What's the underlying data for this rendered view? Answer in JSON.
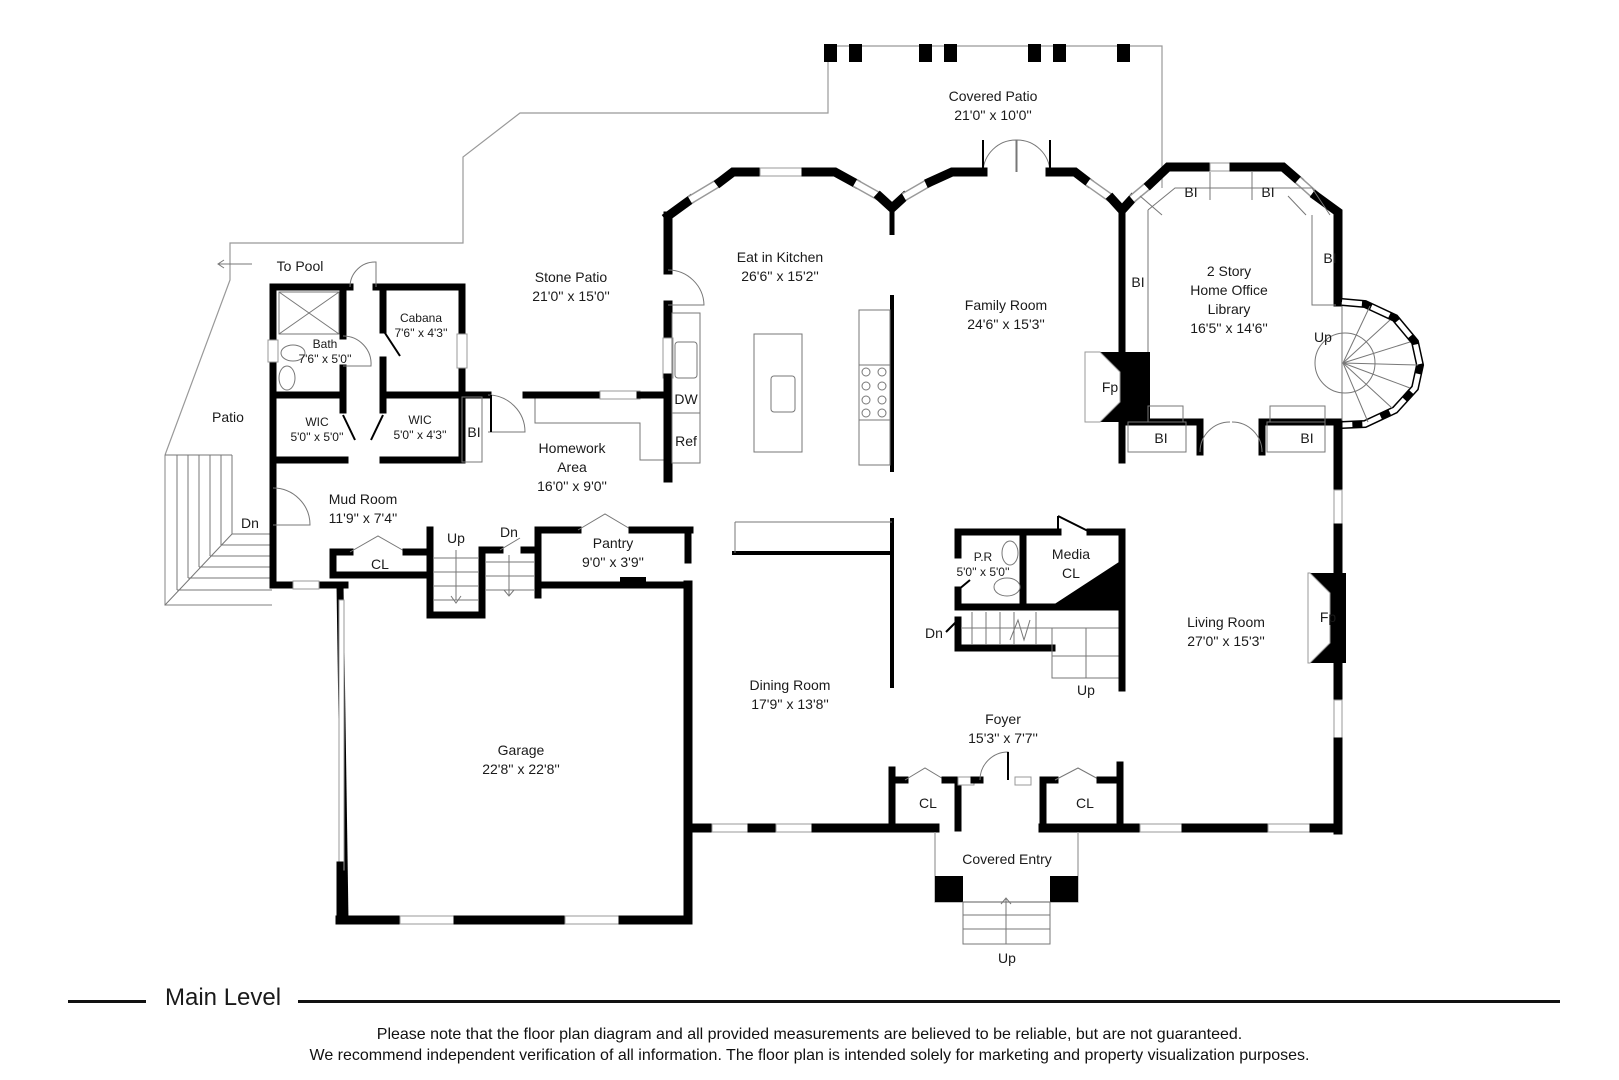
{
  "plan": {
    "level_title": "Main Level",
    "disclaimer_line1": "Please note that the floor plan diagram and all provided measurements are believed to be reliable, but are not guaranteed.",
    "disclaimer_line2": "We recommend independent verification of all information. The floor plan is intended solely for marketing and property visualization purposes."
  },
  "rooms": {
    "covered_patio": {
      "name": "Covered Patio",
      "dims": "21'0'' x 10'0''"
    },
    "stone_patio": {
      "name": "Stone Patio",
      "dims": "21'0'' x 15'0''"
    },
    "eat_in_kitchen": {
      "name": "Eat in Kitchen",
      "dims": "26'6'' x 15'2''"
    },
    "family_room": {
      "name": "Family Room",
      "dims": "24'6'' x 15'3''"
    },
    "home_office": {
      "line1": "2 Story",
      "line2": "Home Office",
      "line3": "Library",
      "dims": "16'5'' x 14'6''"
    },
    "cabana": {
      "name": "Cabana",
      "dims": "7'6'' x 4'3''"
    },
    "bath": {
      "name": "Bath",
      "dims": "7'6'' x 5'0''"
    },
    "wic_left": {
      "name": "WIC",
      "dims": "5'0'' x 5'0''"
    },
    "wic_right": {
      "name": "WIC",
      "dims": "5'0'' x 4'3''"
    },
    "patio": {
      "name": "Patio"
    },
    "homework": {
      "line1": "Homework",
      "line2": "Area",
      "dims": "16'0'' x 9'0''"
    },
    "mud_room": {
      "name": "Mud Room",
      "dims": "11'9'' x 7'4''"
    },
    "pantry": {
      "name": "Pantry",
      "dims": "9'0'' x 3'9''"
    },
    "powder_room": {
      "name": "P.R",
      "dims": "5'0'' x 5'0''"
    },
    "media_cl": {
      "line1": "Media",
      "line2": "CL"
    },
    "living_room": {
      "name": "Living Room",
      "dims": "27'0'' x 15'3''"
    },
    "dining_room": {
      "name": "Dining Room",
      "dims": "17'9'' x 13'8''"
    },
    "foyer": {
      "name": "Foyer",
      "dims": "15'3'' x 7'7''"
    },
    "garage": {
      "name": "Garage",
      "dims": "22'8'' x 22'8''"
    },
    "covered_entry": {
      "name": "Covered Entry"
    }
  },
  "labels": {
    "to_pool": "To Pool",
    "bi": "BI",
    "dw": "DW",
    "ref": "Ref",
    "fp": "Fp",
    "cl": "CL",
    "up": "Up",
    "dn": "Dn"
  },
  "colors": {
    "wall": "#000000",
    "outline": "#999999",
    "background": "#ffffff"
  }
}
